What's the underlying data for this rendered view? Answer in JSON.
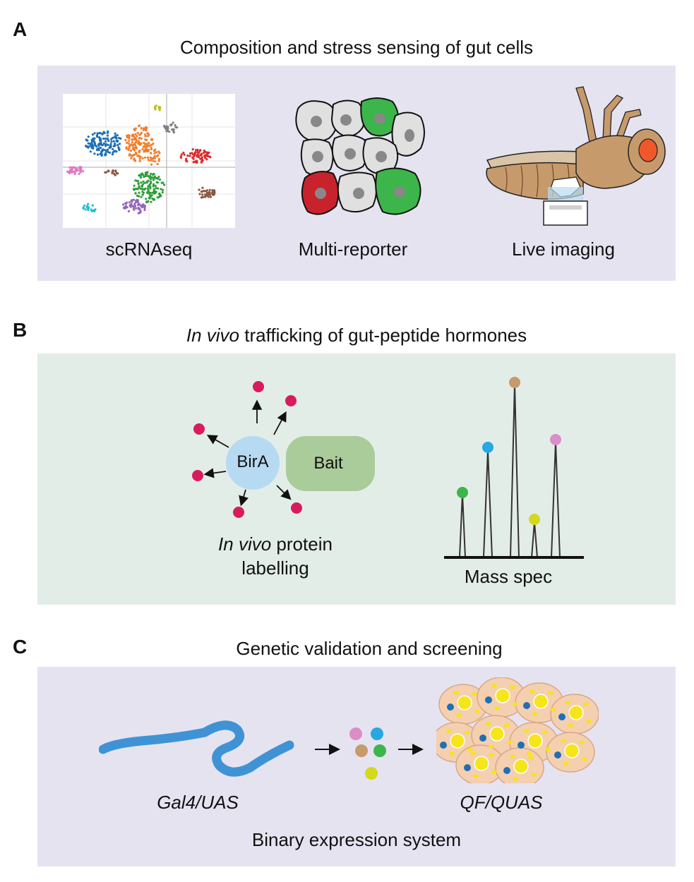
{
  "panels": {
    "a": {
      "letter": "A",
      "title": "Composition and stress sensing of gut cells",
      "bg_color": "#e6e3f1",
      "items": [
        {
          "label": "scRNAseq"
        },
        {
          "label": "Multi-reporter"
        },
        {
          "label": "Live imaging"
        }
      ]
    },
    "b": {
      "letter": "B",
      "title_italic": "In vivo",
      "title_rest": " trafficking of gut-peptide hormones",
      "bg_color": "#e3ede8",
      "birA_label": "BirA",
      "bait_label": "Bait",
      "labelling_italic": "In vivo",
      "labelling_rest": " protein",
      "labelling_line2": "labelling",
      "mass_spec_label": "Mass spec"
    },
    "c": {
      "letter": "C",
      "title": "Genetic validation and screening",
      "bg_color": "#e6e3f1",
      "gal4_label": "Gal4/UAS",
      "qf_label": "QF/QUAS",
      "footer": "Binary expression system"
    }
  },
  "colors": {
    "cluster_palette": [
      "#1f6fb4",
      "#f07f2c",
      "#2e9e3a",
      "#d92b2b",
      "#9465bc",
      "#8c5640",
      "#e079c0",
      "#808080",
      "#bfbd22",
      "#19becf"
    ],
    "reporter_gray": "#e0e0e0",
    "reporter_green": "#3cb54a",
    "reporter_red": "#c8232c",
    "dot_magenta": "#d81b5f",
    "birA_blue": "#b6daf2",
    "bait_green": "#aacb9a",
    "gut_blue": "#3f93d5",
    "fly_brown": "#c79a6c",
    "fly_eye": "#f0582a",
    "cell_peach": "#f4cfb0",
    "nucleus_yellow": "#f5e51a",
    "nucleus_blue": "#1f6fb4"
  }
}
